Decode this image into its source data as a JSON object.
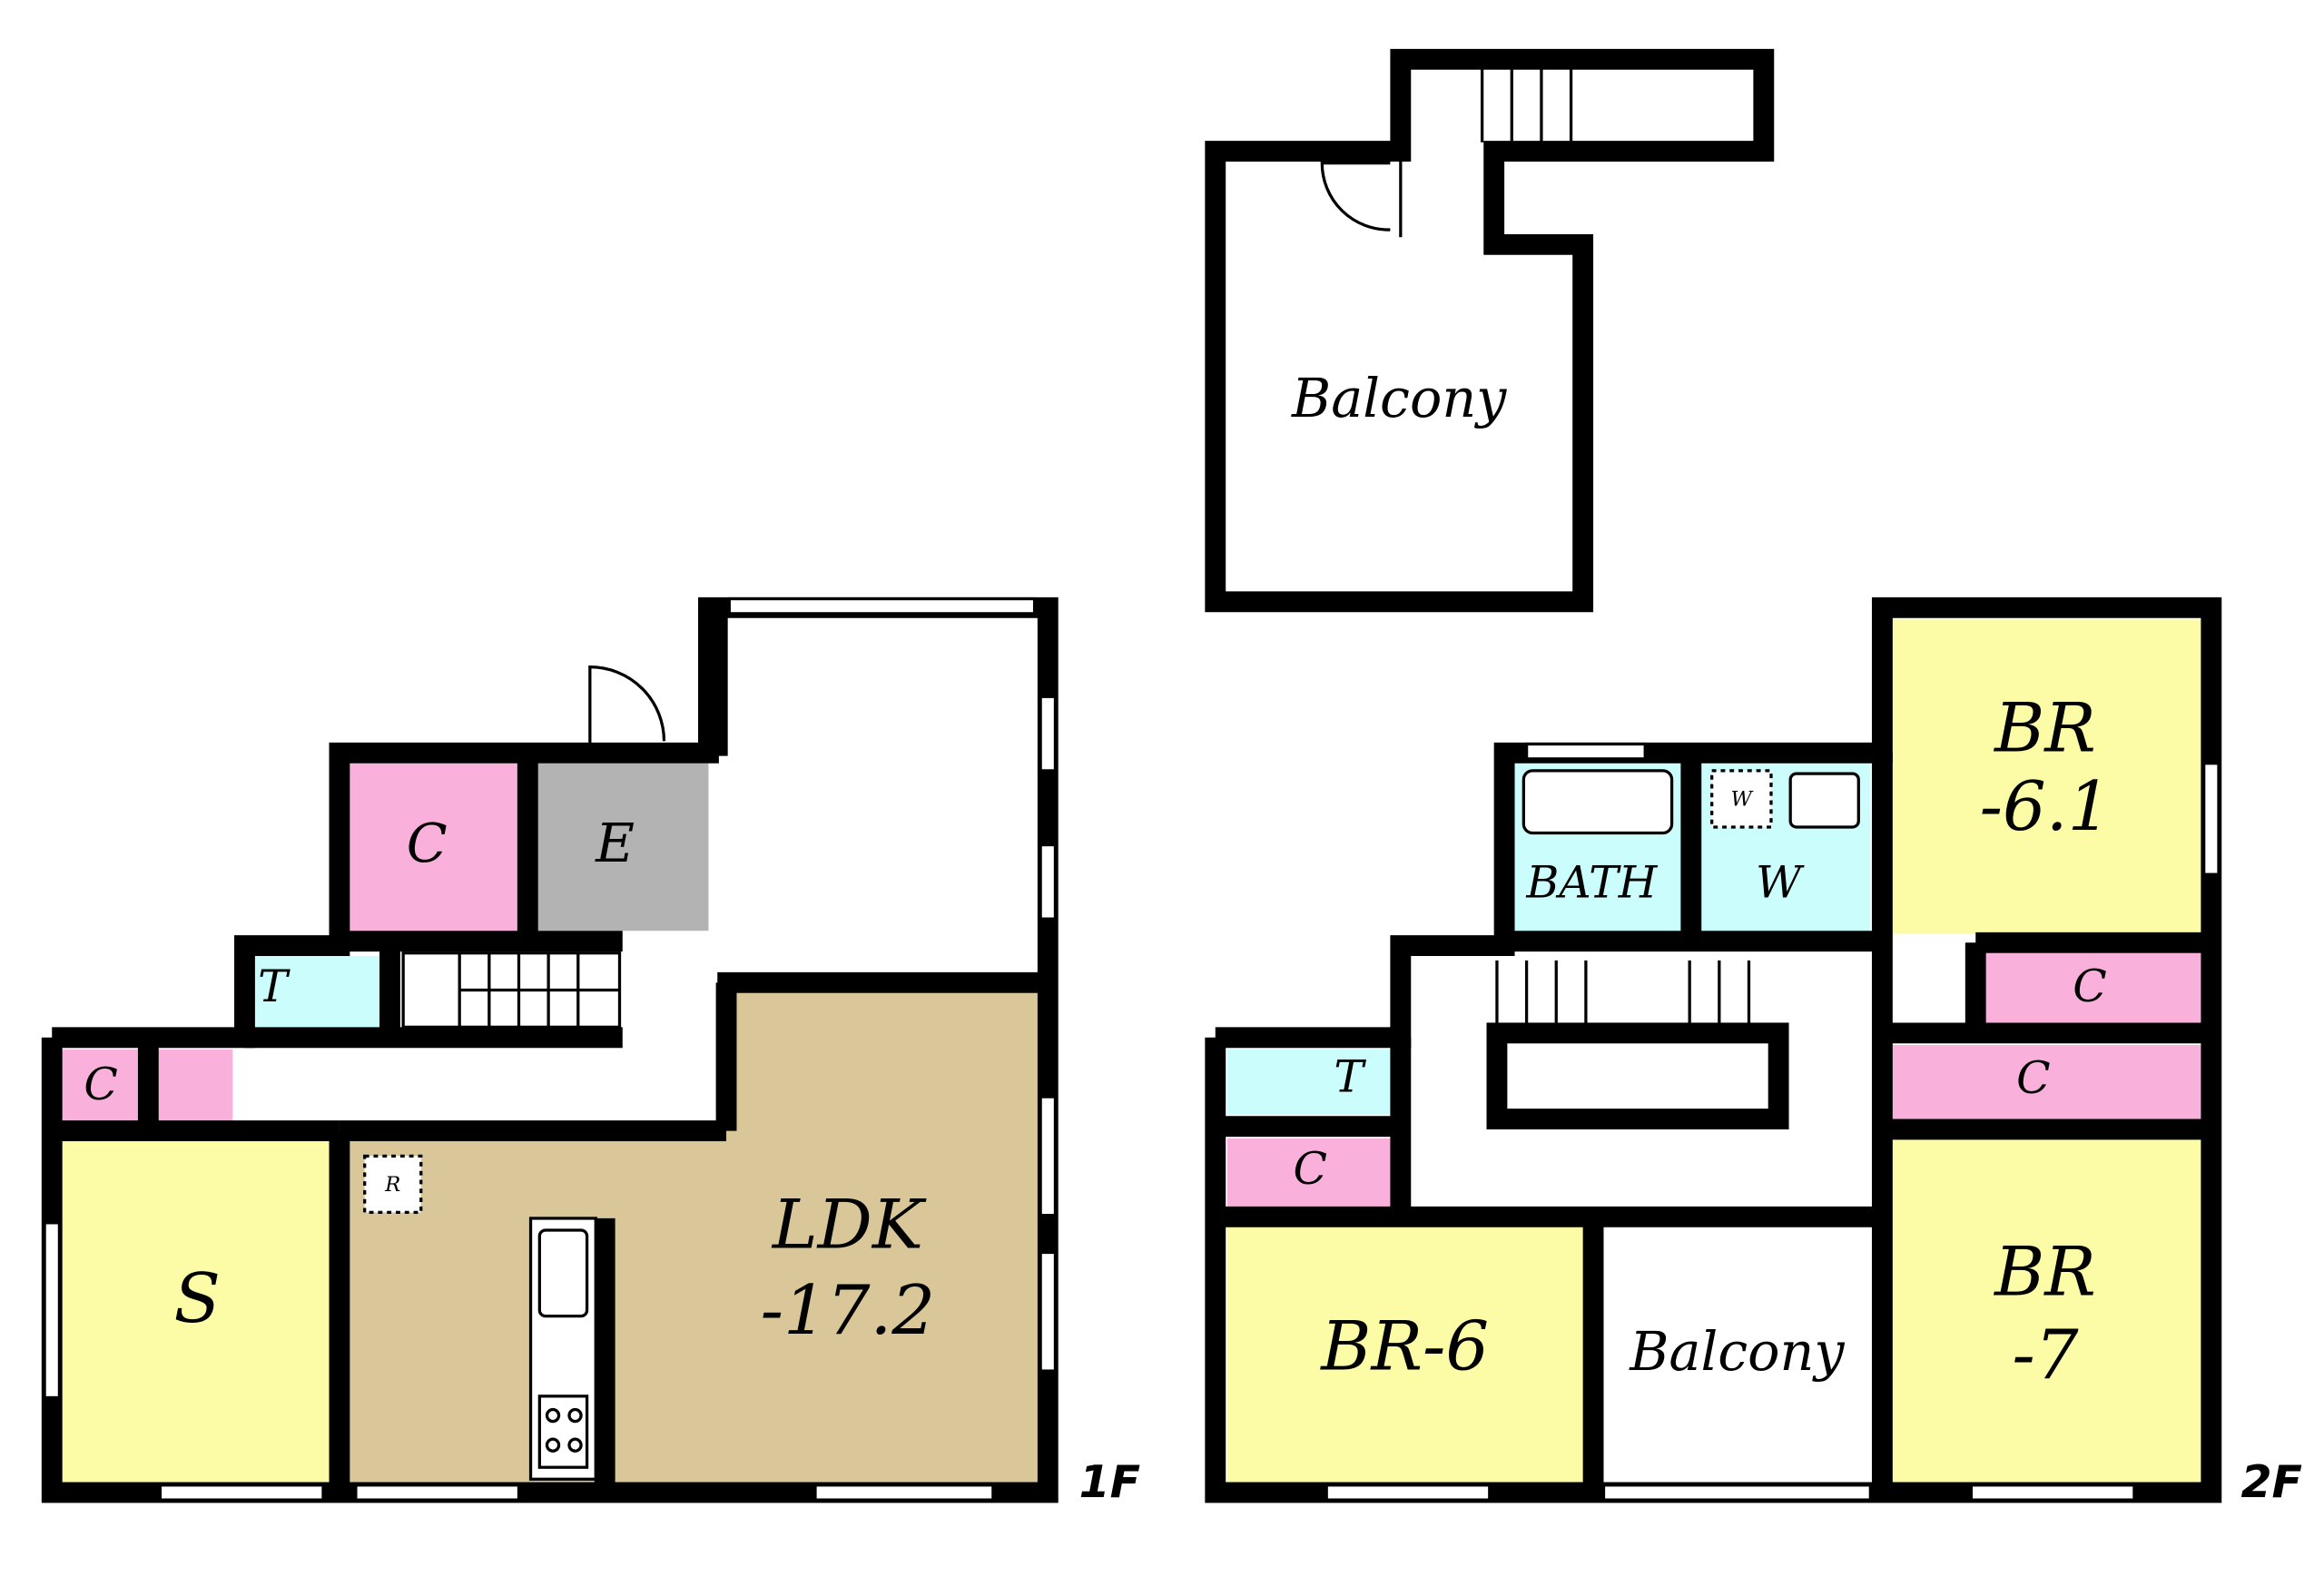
{
  "colors": {
    "closet": "#f9b1dc",
    "bedroom": "#fcfca6",
    "ldk": "#d9c79a",
    "entrance": "#b3b3b3",
    "wet_area": "#ccfdfd",
    "wall": "#000000"
  },
  "floor1": {
    "label": "1F",
    "rooms": {
      "closet_upper": "C",
      "entrance": "E",
      "toilet": "T",
      "closet_left": "C",
      "service_room": "S",
      "ldk_name": "LDK",
      "ldk_size": "-17.2",
      "fridge": "R"
    }
  },
  "floor2": {
    "label": "2F",
    "rooms": {
      "balcony_top": "Balcony",
      "br1_name": "BR",
      "br1_size": "-6.1",
      "bath": "BATH",
      "washroom": "W",
      "washer": "W",
      "closet_br1": "C",
      "closet_br3": "C",
      "toilet": "T",
      "closet_br2": "C",
      "br2": "BR-6",
      "balcony_bottom": "Balcony",
      "br3_name": "BR",
      "br3_size": "-7"
    }
  }
}
